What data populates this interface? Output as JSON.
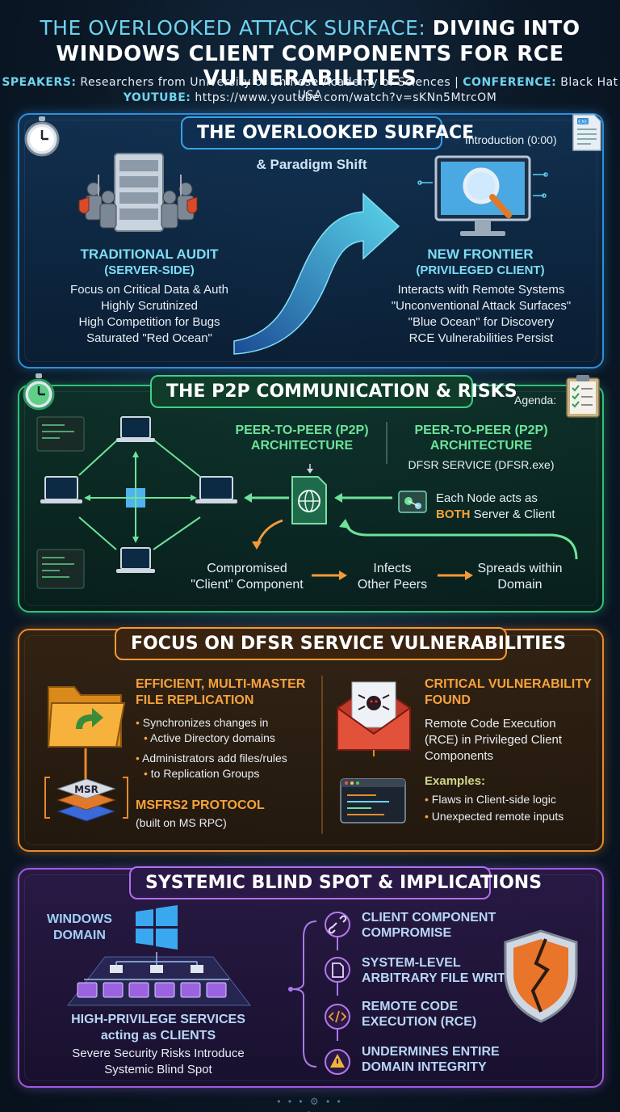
{
  "header": {
    "title_light": "THE OVERLOOKED ATTACK SURFACE:",
    "title_bold": "DIVING INTO",
    "title_line2": "WINDOWS CLIENT COMPONENTS FOR RCE VULNERABILITIES",
    "speakers_label": "SPEAKERS:",
    "speakers_value": "Researchers from University of Chinese Academy of Sciences |",
    "conference_label": "CONFERENCE:",
    "conference_value": "Black Hat USA",
    "youtube_label": "YOUTUBE:",
    "youtube_value": "https://www.youtube.com/watch?v=sKNn5MtrcOM"
  },
  "section1": {
    "title": "THE OVERLOOKED SURFACE",
    "timestamp": "Introduction (0:00)",
    "subtitle": "& Paradigm Shift",
    "left_heading1": "TRADITIONAL AUDIT",
    "left_heading2": "(SERVER-SIDE)",
    "left_lines": [
      "Focus on Critical Data & Auth",
      "Highly Scrutinized",
      "High Competition for Bugs",
      "Saturated \"Red Ocean\""
    ],
    "right_heading1": "NEW FRONTIER",
    "right_heading2": "(PRIVILEGED CLIENT)",
    "right_lines": [
      "Interacts with Remote Systems",
      "\"Unconventional Attack Surfaces\"",
      "\"Blue Ocean\" for Discovery",
      "RCE Vulnerabilities Persist"
    ],
    "doc_badge": "EXE"
  },
  "section2": {
    "title": "THE P2P COMMUNICATION & RISKS",
    "agenda": "Agenda:",
    "heading_a1": "PEER-TO-PEER (P2P)",
    "heading_a2": "ARCHITECTURE",
    "heading_b1": "PEER-TO-PEER (P2P)",
    "heading_b2": "ARCHITECTURE",
    "service": "DFSR SERVICE (DFSR.exe)",
    "node_line1": "Each Node acts as",
    "node_bold": "BOTH",
    "node_line2": "Server & Client",
    "flow1_line1": "Compromised",
    "flow1_line2": "\"Client\" Component",
    "flow2_line1": "Infects",
    "flow2_line2": "Other Peers",
    "flow3_line1": "Spreads within",
    "flow3_line2": "Domain"
  },
  "section3": {
    "title": "FOCUS ON DFSR SERVICE VULNERABILITIES",
    "left_heading1": "EFFICIENT, MULTI-MASTER",
    "left_heading2": "FILE REPLICATION",
    "left_bullets": [
      [
        "Synchronizes changes in",
        "Active Directory domains"
      ],
      [
        "Administrators add files/rules",
        "to Replication Groups"
      ]
    ],
    "msr_label": "MSR",
    "protocol_heading": "MSFRS2 PROTOCOL",
    "protocol_sub": "(built on MS RPC)",
    "right_heading1": "CRITICAL VULNERABILITY",
    "right_heading2": "FOUND",
    "right_lines": [
      "Remote Code Execution",
      "(RCE) in Privileged Client",
      "Components"
    ],
    "examples_label": "Examples:",
    "examples": [
      "Flaws in Client-side logic",
      "Unexpected remote inputs"
    ]
  },
  "section4": {
    "title": "SYSTEMIC BLIND SPOT & IMPLICATIONS",
    "domain_line1": "WINDOWS",
    "domain_line2": "DOMAIN",
    "left_heading1": "HIGH-PRIVILEGE SERVICES",
    "left_heading2": "acting as CLIENTS",
    "left_lines": [
      "Severe Security Risks Introduce",
      "Systemic Blind Spot"
    ],
    "chain": [
      [
        "CLIENT COMPONENT",
        "COMPROMISE"
      ],
      [
        "SYSTEM-LEVEL",
        "ARBITRARY FILE WRITING"
      ],
      [
        "REMOTE CODE",
        "EXECUTION (RCE)"
      ],
      [
        "UNDERMINES ENTIRE",
        "DOMAIN INTEGRITY"
      ]
    ]
  },
  "colors": {
    "accent_cyan": "#6fd3ee",
    "section1": "#2f8fd8",
    "section2": "#33c07a",
    "section3": "#e88a2a",
    "section4": "#a25bdc"
  }
}
